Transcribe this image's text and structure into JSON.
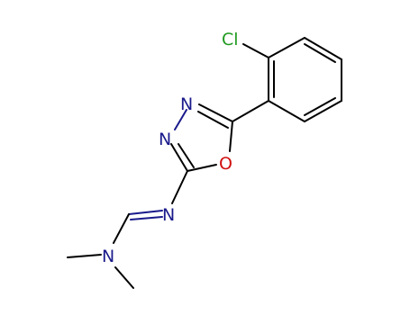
{
  "molecule": {
    "atoms": {
      "chlorine": {
        "label": "Cl",
        "color": "#1f9a1f"
      },
      "ring_n1": {
        "label": "N",
        "color": "#1a1a8c"
      },
      "ring_n2": {
        "label": "N",
        "color": "#1a1a8c"
      },
      "ring_o": {
        "label": "O",
        "color": "#d11010"
      },
      "imine_n": {
        "label": "N",
        "color": "#1a1a8c"
      },
      "amine_n": {
        "label": "N",
        "color": "#1a1a8c"
      }
    },
    "colors": {
      "bond": "#000000",
      "nitrogen": "#1a1a8c",
      "oxygen": "#d11010",
      "chlorine": "#1f9a1f"
    }
  }
}
